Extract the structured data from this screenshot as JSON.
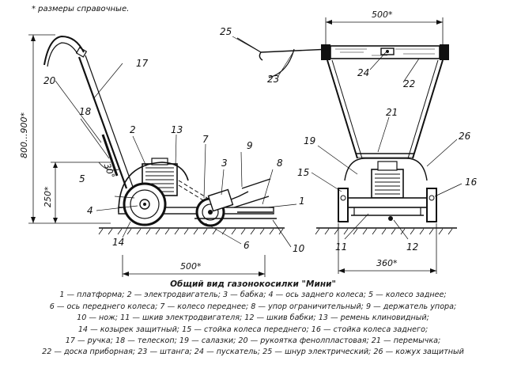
{
  "note": "* размеры справочные.",
  "dimensions": {
    "height_range": "800...900*",
    "height_250": "250*",
    "angle_30": "30°",
    "len_500_bottom": "500*",
    "len_500_top": "500*",
    "width_360": "360*"
  },
  "labels": {
    "n1": "1",
    "n2": "2",
    "n3": "3",
    "n4": "4",
    "n5": "5",
    "n6": "6",
    "n7": "7",
    "n8": "8",
    "n9": "9",
    "n10": "10",
    "n11": "11",
    "n12": "12",
    "n13": "13",
    "n14": "14",
    "n15": "15",
    "n16": "16",
    "n17": "17",
    "n18": "18",
    "n19": "19",
    "n20": "20",
    "n21": "21",
    "n22": "22",
    "n23": "23",
    "n24": "24",
    "n25": "25",
    "n26": "26"
  },
  "caption": {
    "title": "Общий вид газонокосилки \"Мини\"",
    "lines": [
      "1 — платформа; 2 — электродвигатель; 3 — бабка; 4 — ось заднего колеса; 5 — колесо заднее;",
      "6 — ось переднего колеса; 7 — колесо переднее; 8 — упор ограничительный; 9 — держатель упора;",
      "10 — нож; 11 — шкив электродвигателя; 12 — шкив бабки; 13 — ремень клиновидный;",
      "14 — козырек защитный; 15 — стойка колеса переднего; 16 — стойка колеса заднего;",
      "17 — ручка; 18 — телескоп; 19 — салазки; 20 — рукоятка фенолпластовая; 21 — перемычка;",
      "22 — доска приборная; 23 — штанга; 24 — пускатель; 25 — шнур электрический; 26 — кожух защитный"
    ]
  }
}
